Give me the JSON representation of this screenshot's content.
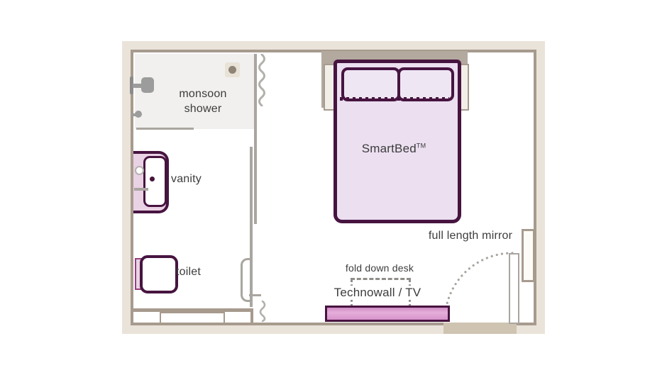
{
  "plan": {
    "labels": {
      "shower": "monsoon shower",
      "vanity": "vanity",
      "toilet": "toilet",
      "bed": "SmartBed",
      "bed_tm": "TM",
      "mirror": "full length mirror",
      "desk": "fold down desk",
      "technowall": "Technowall / TV"
    },
    "colors": {
      "wall_fill": "#eae3da",
      "wall_line": "#a79b8e",
      "headboard": "#b3a99f",
      "fixture_gray": "#a9a5a0",
      "plum_outline": "#471440",
      "bed_fill": "#ebdff0",
      "pillow_fill": "#efe6f4",
      "vanity_pink": "#ead2e5",
      "technowall_pink": "#d793cb",
      "shower_floor": "#f1f0ee",
      "door_threshold": "#cfc4b1",
      "text": "#3c3c3c"
    }
  }
}
